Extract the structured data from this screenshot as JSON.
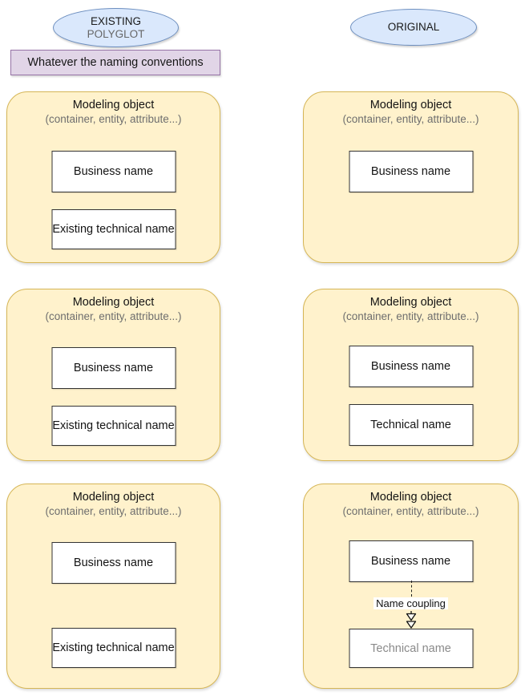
{
  "diagram": {
    "existing_column": {
      "header_line1": "EXISTING",
      "header_line2": "POLYGLOT",
      "note": "Whatever the naming conventions",
      "cards": [
        {
          "title": "Modeling object",
          "subtitle": "(container, entity, attribute...)",
          "boxes": [
            "Business name",
            "Existing technical name"
          ]
        },
        {
          "title": "Modeling object",
          "subtitle": "(container, entity, attribute...)",
          "boxes": [
            "Business name",
            "Existing technical name"
          ]
        },
        {
          "title": "Modeling object",
          "subtitle": "(container, entity, attribute...)",
          "boxes": [
            "Business name",
            "Existing technical name"
          ]
        }
      ]
    },
    "original_column": {
      "header": "ORIGINAL",
      "cards": [
        {
          "title": "Modeling object",
          "subtitle": "(container, entity, attribute...)",
          "boxes": [
            "Business name"
          ]
        },
        {
          "title": "Modeling object",
          "subtitle": "(container, entity, attribute...)",
          "boxes": [
            "Business name",
            "Technical name"
          ]
        },
        {
          "title": "Modeling object",
          "subtitle": "(container, entity, attribute...)",
          "boxes": [
            "Business name",
            "Technical name"
          ],
          "coupling_label": "Name coupling"
        }
      ]
    },
    "colors": {
      "card_fill": "#fff2cc",
      "card_border": "#d6b656",
      "ellipse_fill": "#dae8fc",
      "ellipse_border": "#6c8ebf",
      "note_fill": "#e1d5e7",
      "note_border": "#9673a6",
      "text_primary": "#141414",
      "text_muted": "#6e6e6e",
      "text_faded": "#8a8a8a"
    }
  }
}
